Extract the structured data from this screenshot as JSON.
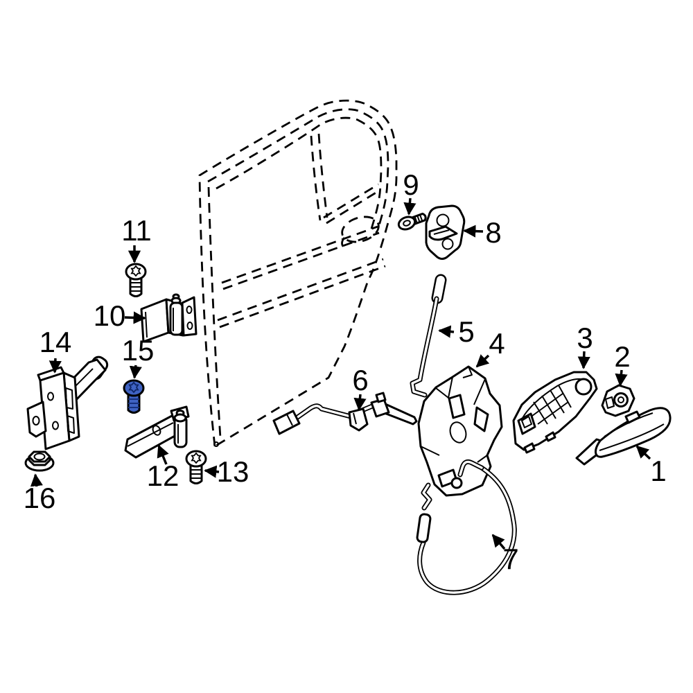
{
  "diagram": {
    "kind": "exploded-parts-diagram",
    "subject": "rear door lock and hardware",
    "colors": {
      "background": "#ffffff",
      "line": "#000000",
      "highlight": "#3f63c3"
    },
    "highlighted_part_number": "15",
    "parts": [
      {
        "number": "1",
        "component": "outside-door-handle"
      },
      {
        "number": "2",
        "component": "lock-cylinder-cap"
      },
      {
        "number": "3",
        "component": "outside-handle-carrier"
      },
      {
        "number": "4",
        "component": "door-lock-actuator"
      },
      {
        "number": "5",
        "component": "door-lock-rod"
      },
      {
        "number": "6",
        "component": "inside-handle-rod"
      },
      {
        "number": "7",
        "component": "bowden-cable"
      },
      {
        "number": "8",
        "component": "door-striker"
      },
      {
        "number": "9",
        "component": "striker-screw"
      },
      {
        "number": "10",
        "component": "upper-door-hinge"
      },
      {
        "number": "11",
        "component": "upper-hinge-bolt"
      },
      {
        "number": "12",
        "component": "lower-door-hinge"
      },
      {
        "number": "13",
        "component": "lower-hinge-bolt"
      },
      {
        "number": "14",
        "component": "door-check-strap"
      },
      {
        "number": "15",
        "component": "door-check-bolt-highlighted"
      },
      {
        "number": "16",
        "component": "door-check-nut"
      }
    ]
  }
}
